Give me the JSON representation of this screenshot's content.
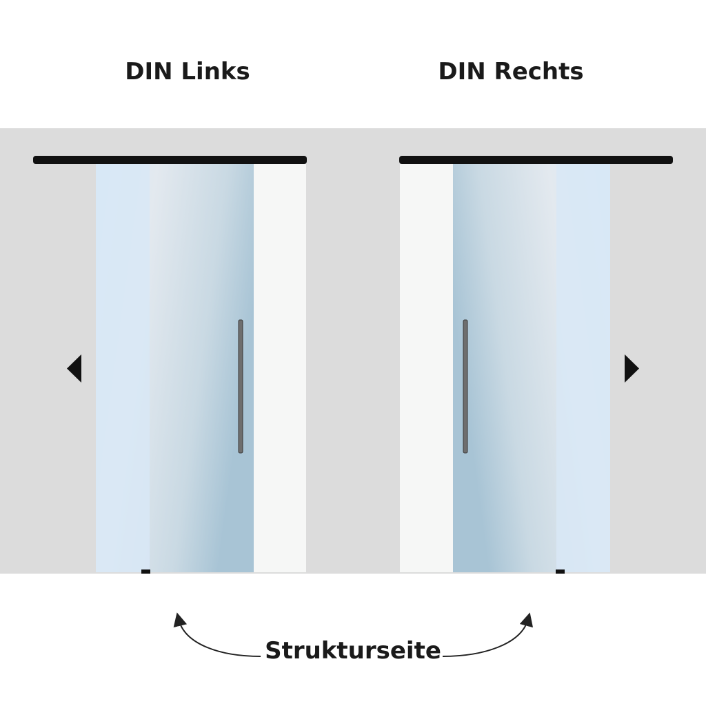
{
  "left_door": {
    "title": "DIN Links",
    "direction": "left"
  },
  "right_door": {
    "title": "DIN Rechts",
    "direction": "right"
  },
  "caption": "Strukturseite",
  "colors": {
    "wall": "#dcdcdc",
    "rail": "#111111",
    "handle": "#6e6e6e",
    "glass_light": "#d6e9f7",
    "glass_mid": "#e4eaf0",
    "glass_dark": "#a9c6d6",
    "opening": "#f6f7f6"
  }
}
